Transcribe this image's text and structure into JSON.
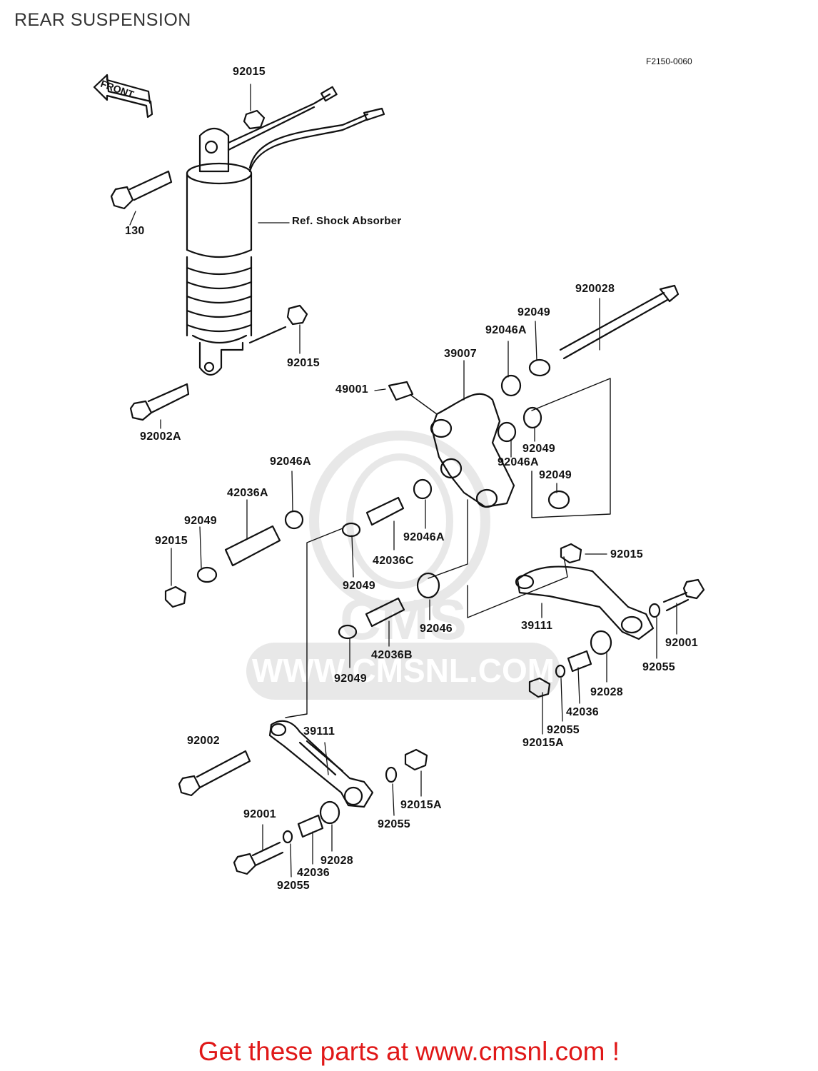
{
  "page": {
    "title": "REAR SUSPENSION",
    "figure_code": "F2150-0060",
    "footer_link": "Get these parts at www.cmsnl.com !"
  },
  "watermark": {
    "brand": "CMS",
    "url": "WWW.CMSNL.COM"
  },
  "diagram": {
    "front_arrow": "FRONT",
    "shock_ref": "Ref. Shock Absorber",
    "labels": [
      "92015",
      "130",
      "92015",
      "92002A",
      "920028",
      "92049",
      "92046A",
      "39007",
      "49001",
      "92049",
      "92046A",
      "92049",
      "92046A",
      "42036A",
      "92049",
      "92015",
      "92046A",
      "42036C",
      "92049",
      "92015",
      "39111",
      "92001",
      "92055",
      "92046",
      "42036B",
      "92049",
      "92028",
      "42036",
      "92055",
      "92015A",
      "92002",
      "39111",
      "92001",
      "42036",
      "92028",
      "92055",
      "92055",
      "92015A"
    ]
  },
  "colors": {
    "line": "#111111",
    "footer": "#e01818",
    "watermark": "#b5b5b5"
  }
}
